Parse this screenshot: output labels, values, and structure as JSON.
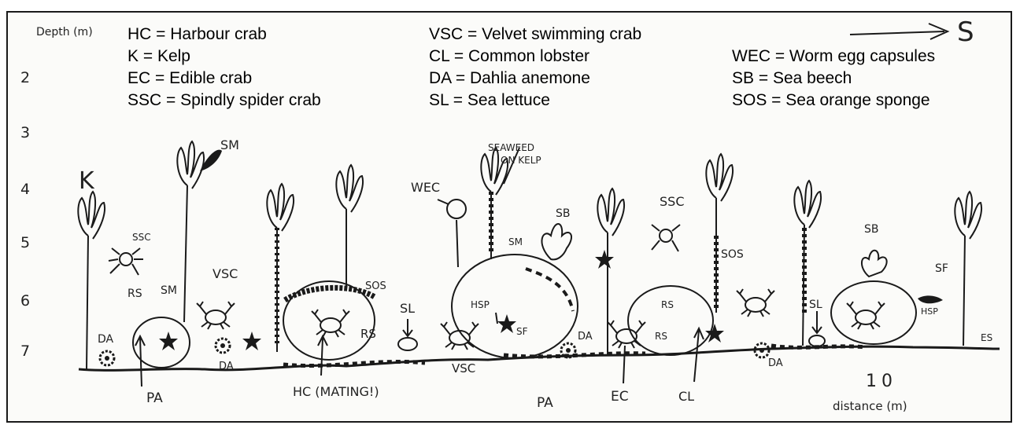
{
  "header": {
    "depth_label": "Depth (m)",
    "direction": "S"
  },
  "depth_ticks": [
    "2",
    "3",
    "4",
    "5",
    "6",
    "7"
  ],
  "legend": {
    "col1": [
      "HC = Harbour crab",
      "K = Kelp",
      "EC = Edible crab",
      "SSC = Spindly spider crab"
    ],
    "col2": [
      "VSC  = Velvet swimming crab",
      "CL = Common lobster",
      "DA = Dahlia anemone",
      "SL = Sea lettuce"
    ],
    "col3": [
      "WEC = Worm egg capsules",
      "SB = Sea beech",
      "SOS = Sea orange sponge"
    ]
  },
  "annotations": {
    "k": "K",
    "sm": "SM",
    "ssc": "SSC",
    "rs": "RS",
    "da": "DA",
    "vsc": "VSC",
    "sos": "SOS",
    "sl": "SL",
    "seaweed_line1": "SEAWEED",
    "seaweed_line2": "ON KELP",
    "wec": "WEC",
    "sb": "SB",
    "hsp": "HSP",
    "sf": "SF",
    "pa": "PA",
    "hc_mating": "HC (MATING!)",
    "ec": "EC",
    "cl": "CL",
    "es": "ES",
    "distance_value": "10",
    "distance_label": "distance (m)"
  },
  "colors": {
    "ink": "#1a1a1a",
    "paper": "#fbfbf9"
  }
}
